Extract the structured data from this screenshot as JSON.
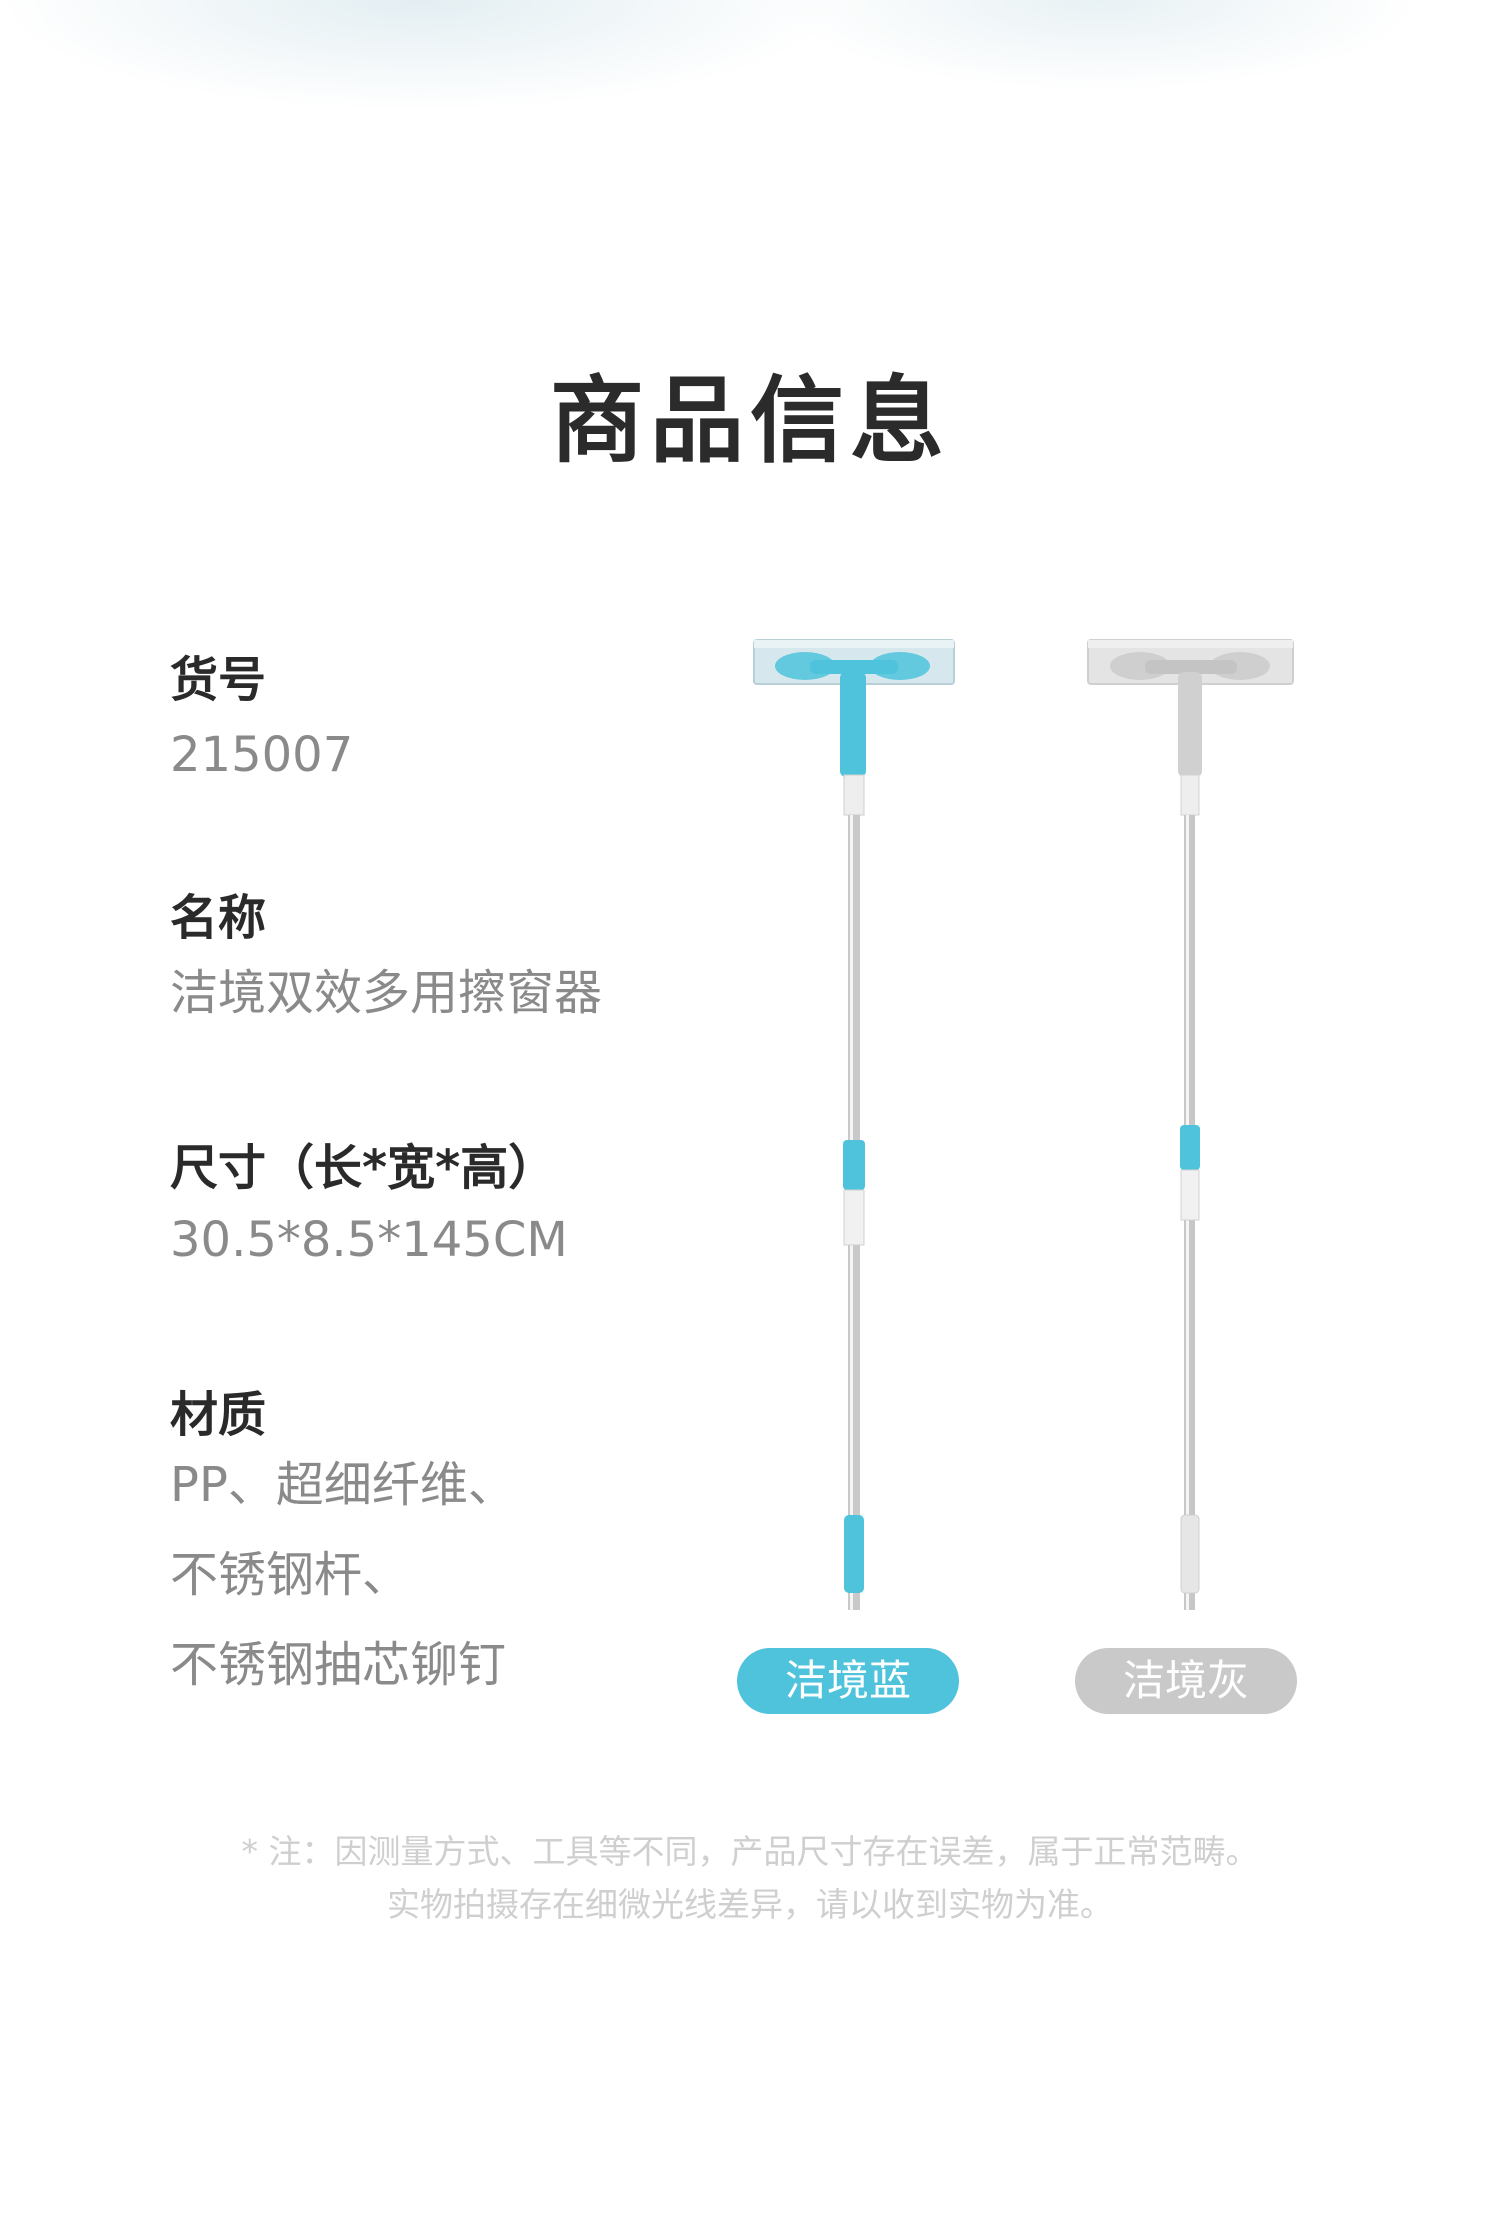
{
  "title": "商品信息",
  "specs": {
    "item_no": {
      "label": "货号",
      "value": "215007"
    },
    "name": {
      "label": "名称",
      "value": "洁境双效多用擦窗器"
    },
    "size": {
      "label": "尺寸（长*宽*高）",
      "value": "30.5*8.5*145CM"
    },
    "material": {
      "label": "材质",
      "lines": [
        "PP、超细纤维、",
        "不锈钢杆、",
        "不锈钢抽芯铆钉"
      ]
    }
  },
  "variants": [
    {
      "label": "洁境蓝",
      "color": "#4fc3dc"
    },
    {
      "label": "洁境灰",
      "color": "#c9c9c9"
    }
  ],
  "note": {
    "line1": "* 注：因测量方式、工具等不同，产品尺寸存在误差，属于正常范畴。",
    "line2": "实物拍摄存在细微光线差异，请以收到实物为准。"
  }
}
